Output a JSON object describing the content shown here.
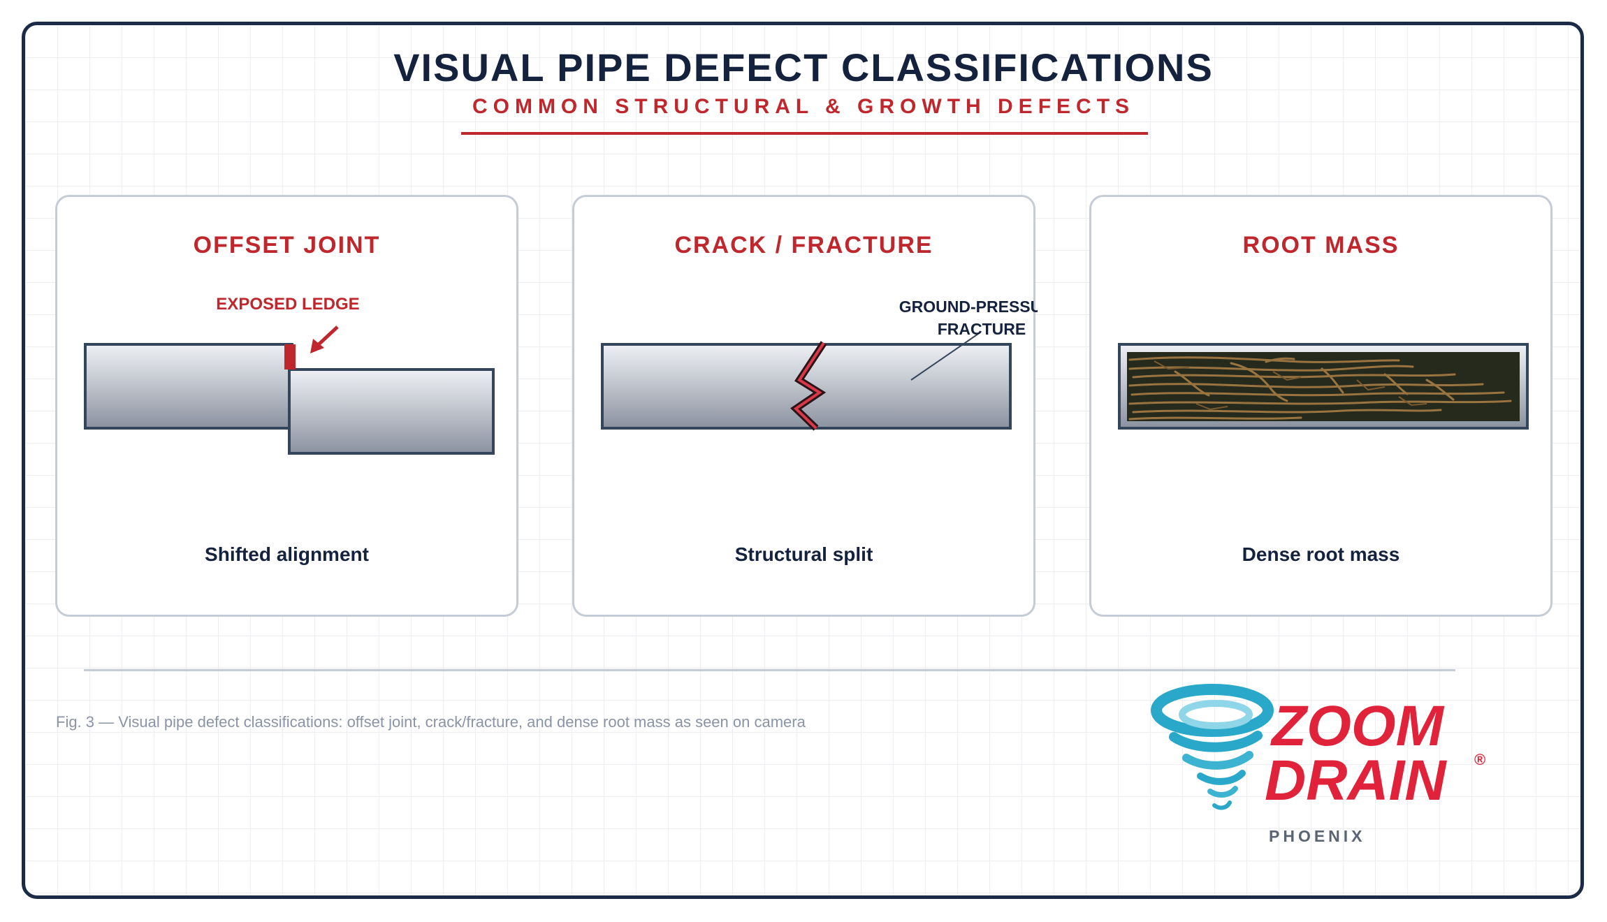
{
  "header": {
    "title": "VISUAL PIPE DEFECT CLASSIFICATIONS",
    "subtitle": "COMMON STRUCTURAL & GROWTH DEFECTS"
  },
  "cards": [
    {
      "title": "OFFSET JOINT",
      "annotation": "EXPOSED LEDGE",
      "caption": "Shifted alignment"
    },
    {
      "title": "CRACK / FRACTURE",
      "annotation_line1": "GROUND-PRESSURE",
      "annotation_line2": "FRACTURE",
      "caption": "Structural split"
    },
    {
      "title": "ROOT MASS",
      "caption": "Dense root mass"
    }
  ],
  "footer": {
    "figure_caption": "Fig. 3 — Visual pipe defect classifications: offset joint, crack/fracture, and dense root mass as seen on camera"
  },
  "logo": {
    "line1": "ZOOM",
    "line2": "DRAIN",
    "registered": "®",
    "city": "PHOENIX"
  },
  "colors": {
    "navy": "#15223d",
    "accent_red": "#c0272d",
    "border_gray": "#c5ccd6",
    "root_brown": "#9a7440",
    "pipe_interior": "#262a1d",
    "logo_teal": "#2aa8c9"
  },
  "icons": [
    "tornado-icon",
    "arrow-icon"
  ]
}
